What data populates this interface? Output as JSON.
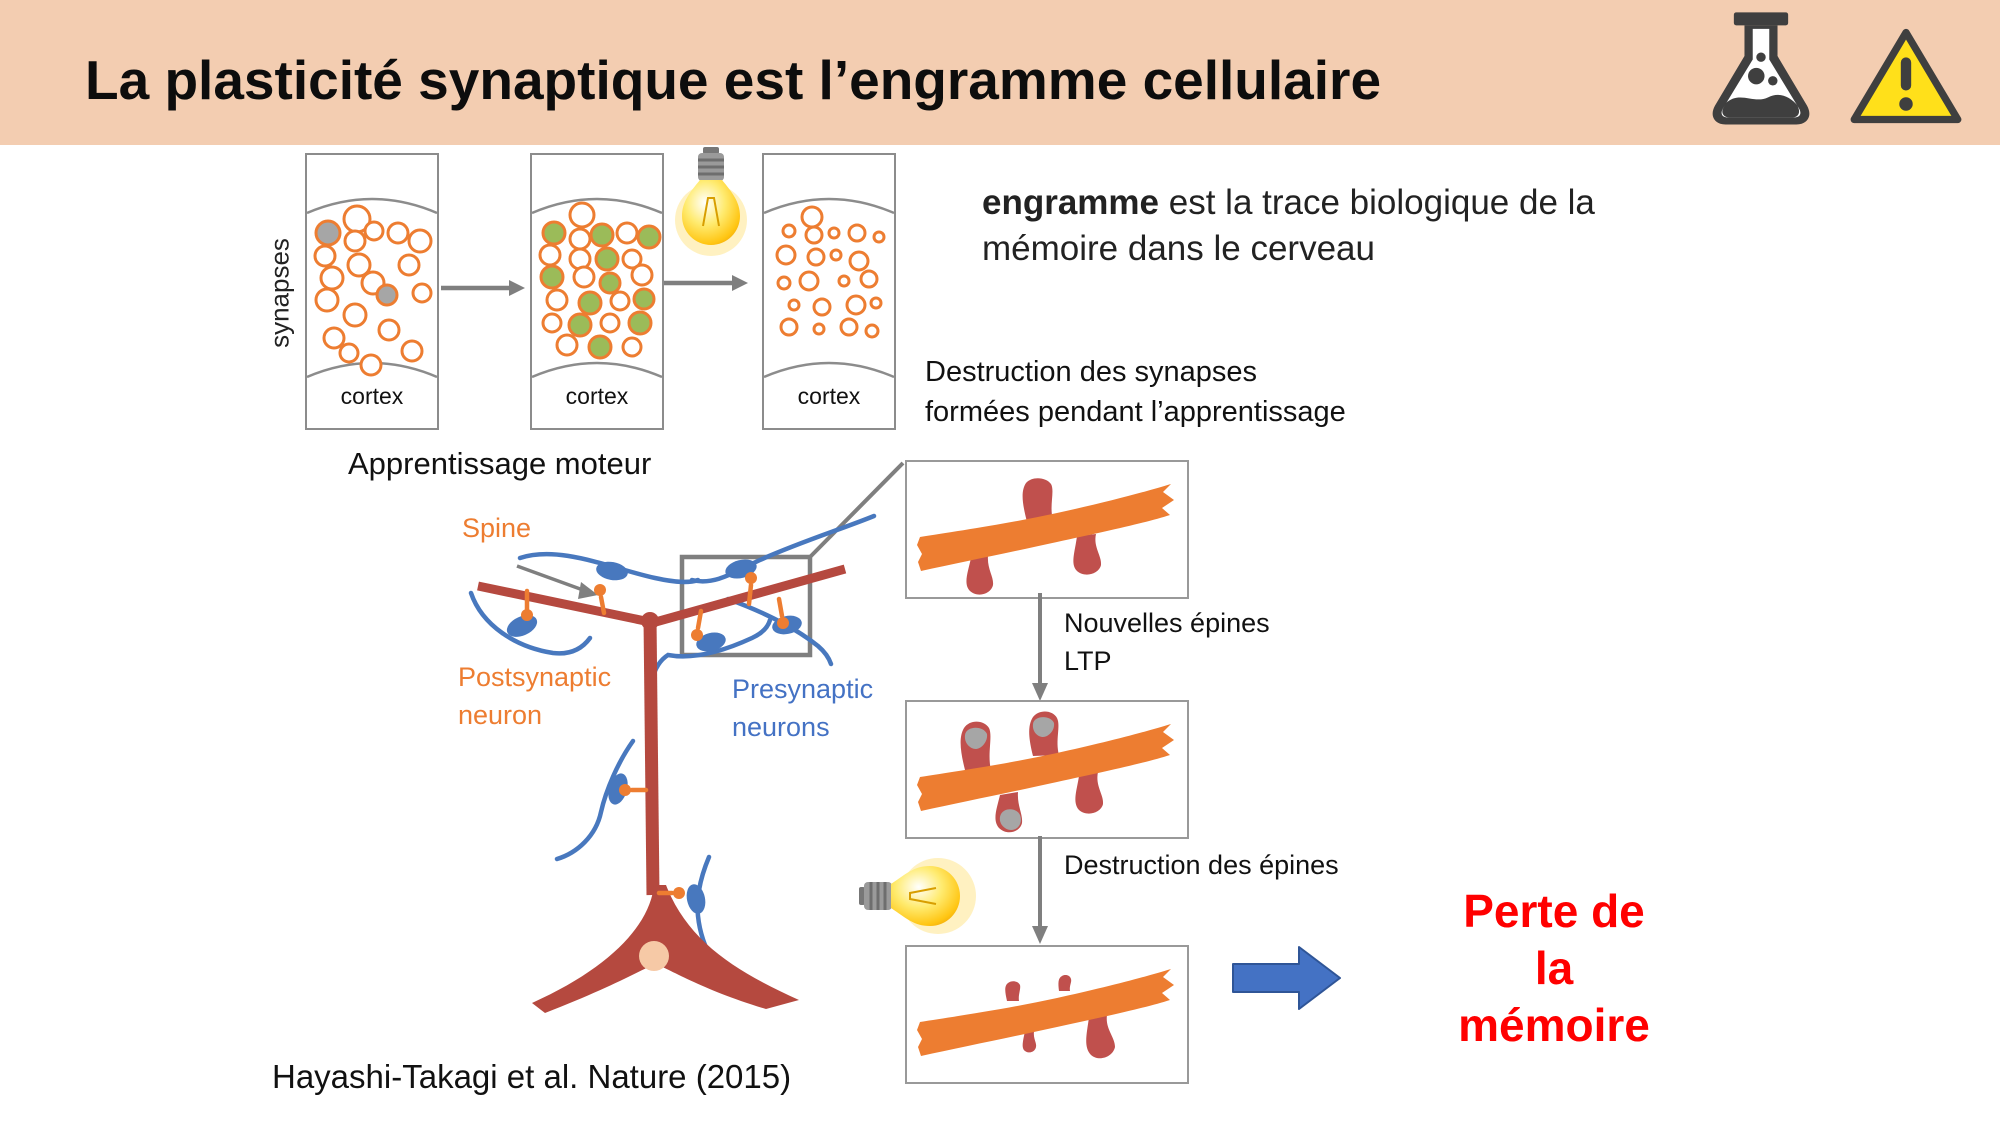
{
  "colors": {
    "header_bg": "#F3CDB1",
    "orange": "#ED7D31",
    "green": "#9BBB59",
    "gray": "#A6A6A6",
    "dendrite_red": "#B5493F",
    "spine_red": "#C0504D",
    "neuron_blue": "#4878BE",
    "blue": "#4472C4",
    "red_text": "#FF0000",
    "line_gray": "#7F7F7F",
    "bulb_yellow": "#FFC512"
  },
  "header": {
    "title": "La plasticité synaptique est l’engramme cellulaire",
    "icons": [
      "flask-icon",
      "warning-icon"
    ]
  },
  "top_diagram": {
    "side_label": "synapses",
    "box_label": "cortex",
    "caption": "Apprentissage moteur",
    "boxes": [
      {
        "name": "before-learning",
        "circles": [
          [
            50,
            64,
            13,
            "open"
          ],
          [
            21,
            78,
            12,
            "gray"
          ],
          [
            48,
            86,
            10,
            "open"
          ],
          [
            67,
            76,
            9,
            "open"
          ],
          [
            91,
            78,
            10,
            "open"
          ],
          [
            113,
            86,
            11,
            "open"
          ],
          [
            18,
            101,
            10,
            "open"
          ],
          [
            52,
            110,
            11,
            "open"
          ],
          [
            102,
            110,
            10,
            "open"
          ],
          [
            25,
            123,
            11,
            "open"
          ],
          [
            66,
            128,
            11,
            "open"
          ],
          [
            80,
            140,
            10,
            "gray"
          ],
          [
            115,
            138,
            9,
            "open"
          ],
          [
            20,
            145,
            11,
            "open"
          ],
          [
            48,
            160,
            11,
            "open"
          ],
          [
            82,
            175,
            10,
            "open"
          ],
          [
            27,
            183,
            10,
            "open"
          ],
          [
            105,
            196,
            10,
            "open"
          ],
          [
            42,
            198,
            9,
            "open"
          ],
          [
            64,
            210,
            10,
            "open"
          ]
        ]
      },
      {
        "name": "after-learning",
        "circles": [
          [
            50,
            60,
            12,
            "open"
          ],
          [
            22,
            78,
            11,
            "green"
          ],
          [
            48,
            84,
            10,
            "open"
          ],
          [
            70,
            80,
            11,
            "green"
          ],
          [
            95,
            78,
            10,
            "open"
          ],
          [
            117,
            82,
            11,
            "green"
          ],
          [
            18,
            100,
            10,
            "open"
          ],
          [
            48,
            104,
            10,
            "open"
          ],
          [
            75,
            104,
            11,
            "green"
          ],
          [
            100,
            104,
            9,
            "open"
          ],
          [
            20,
            122,
            11,
            "green"
          ],
          [
            52,
            122,
            10,
            "open"
          ],
          [
            78,
            128,
            10,
            "green"
          ],
          [
            110,
            120,
            10,
            "open"
          ],
          [
            25,
            145,
            10,
            "open"
          ],
          [
            58,
            148,
            11,
            "green"
          ],
          [
            88,
            146,
            9,
            "open"
          ],
          [
            112,
            144,
            10,
            "green"
          ],
          [
            20,
            168,
            9,
            "open"
          ],
          [
            48,
            170,
            11,
            "green"
          ],
          [
            78,
            168,
            9,
            "open"
          ],
          [
            108,
            168,
            11,
            "green"
          ],
          [
            35,
            190,
            10,
            "open"
          ],
          [
            68,
            192,
            11,
            "green"
          ],
          [
            100,
            192,
            9,
            "open"
          ]
        ]
      },
      {
        "name": "after-spine-destruction",
        "circles": [
          [
            48,
            62,
            10,
            "open"
          ],
          [
            25,
            76,
            6,
            "open"
          ],
          [
            50,
            80,
            8,
            "open"
          ],
          [
            70,
            78,
            5,
            "open"
          ],
          [
            93,
            78,
            8,
            "open"
          ],
          [
            115,
            82,
            5,
            "open"
          ],
          [
            22,
            100,
            9,
            "open"
          ],
          [
            52,
            102,
            8,
            "open"
          ],
          [
            72,
            100,
            5,
            "open"
          ],
          [
            95,
            106,
            9,
            "open"
          ],
          [
            20,
            128,
            6,
            "open"
          ],
          [
            45,
            126,
            9,
            "open"
          ],
          [
            80,
            126,
            5,
            "open"
          ],
          [
            105,
            124,
            8,
            "open"
          ],
          [
            30,
            150,
            5,
            "open"
          ],
          [
            58,
            152,
            8,
            "open"
          ],
          [
            92,
            150,
            9,
            "open"
          ],
          [
            112,
            148,
            5,
            "open"
          ],
          [
            25,
            172,
            8,
            "open"
          ],
          [
            55,
            174,
            5,
            "open"
          ],
          [
            85,
            172,
            8,
            "open"
          ],
          [
            108,
            176,
            6,
            "open"
          ]
        ]
      }
    ]
  },
  "engramme": {
    "bold": "engramme",
    "rest": " est la trace biologique de la",
    "line2": "mémoire dans le cerveau"
  },
  "destruction_note": {
    "text": "Destruction des synapses\nformées pendant l’apprentissage"
  },
  "neuron_labels": {
    "spine": "Spine",
    "postsynaptic": "Postsynaptic\nneuron",
    "presynaptic": "Presynaptic\nneurons"
  },
  "flow": {
    "step1": "Nouvelles épines\nLTP",
    "step2": "Destruction des épines"
  },
  "conclusion": {
    "text": "Perte de\nla\nmémoire"
  },
  "citation": {
    "text": "Hayashi-Takagi et al. Nature (2015)"
  }
}
